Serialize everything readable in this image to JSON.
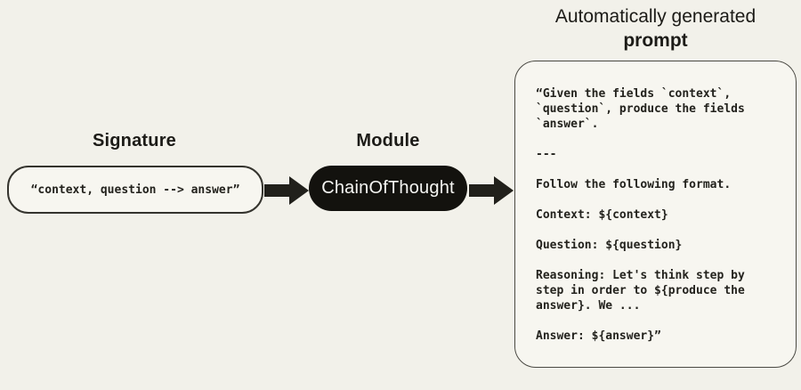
{
  "colors": {
    "background": "#f2f1ea",
    "box_fill": "#f7f6f0",
    "box_border": "#35342e",
    "module_fill": "#13120e",
    "arrow": "#21201b",
    "text": "#1c1b17",
    "pill_text": "#f5f5f2"
  },
  "signature": {
    "heading": "Signature",
    "value": "“context, question --> answer”"
  },
  "module": {
    "heading": "Module",
    "name": "ChainOfThought"
  },
  "generated_prompt": {
    "heading_line1": "Automatically generated",
    "heading_line2": "prompt",
    "text": "“Given the fields `context`,\n`question`, produce the fields\n`answer`.\n\n---\n\nFollow the following format.\n\nContext: ${context}\n\nQuestion: ${question}\n\nReasoning: Let's think step by\nstep in order to ${produce the\nanswer}. We ...\n\nAnswer: ${answer}”"
  },
  "icons": {
    "arrow_1": "right-arrow",
    "arrow_2": "right-arrow"
  }
}
